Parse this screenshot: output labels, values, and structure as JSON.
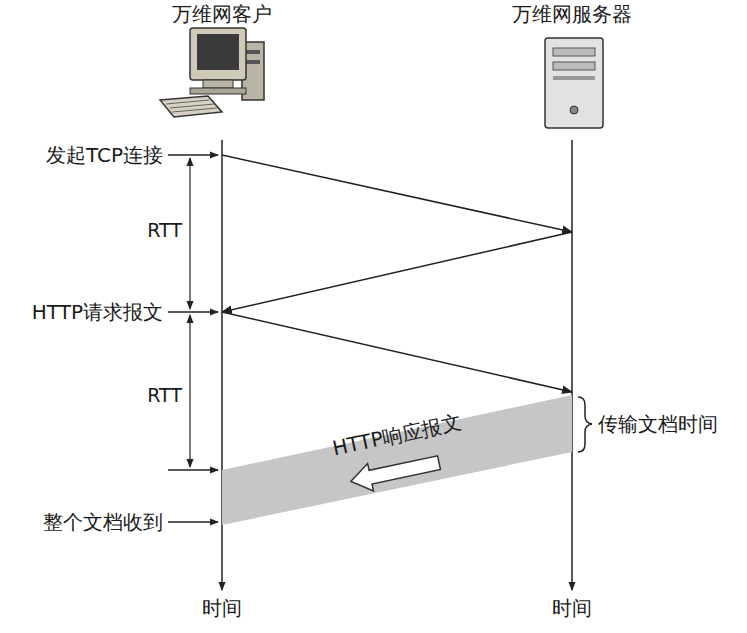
{
  "diagram": {
    "nodes": [
      {
        "text": [
          "万维网客户"
        ]
      },
      {
        "text": [
          "万维网服务器"
        ]
      },
      {
        "text": [
          "HTTP响应报文"
        ]
      }
    ],
    "edges": [
      {
        "from": 0,
        "to": 1,
        "arrow": "to"
      },
      {
        "from": 1,
        "to": 0,
        "arrow": "to"
      },
      {
        "from": 0,
        "to": 1,
        "arrow": "to"
      }
    ],
    "labels": [
      "发起TCP连接",
      "RTT",
      "HTTP请求报文",
      "RTT",
      "传输文档时间",
      "整个文档收到",
      "时间",
      "时间"
    ]
  }
}
